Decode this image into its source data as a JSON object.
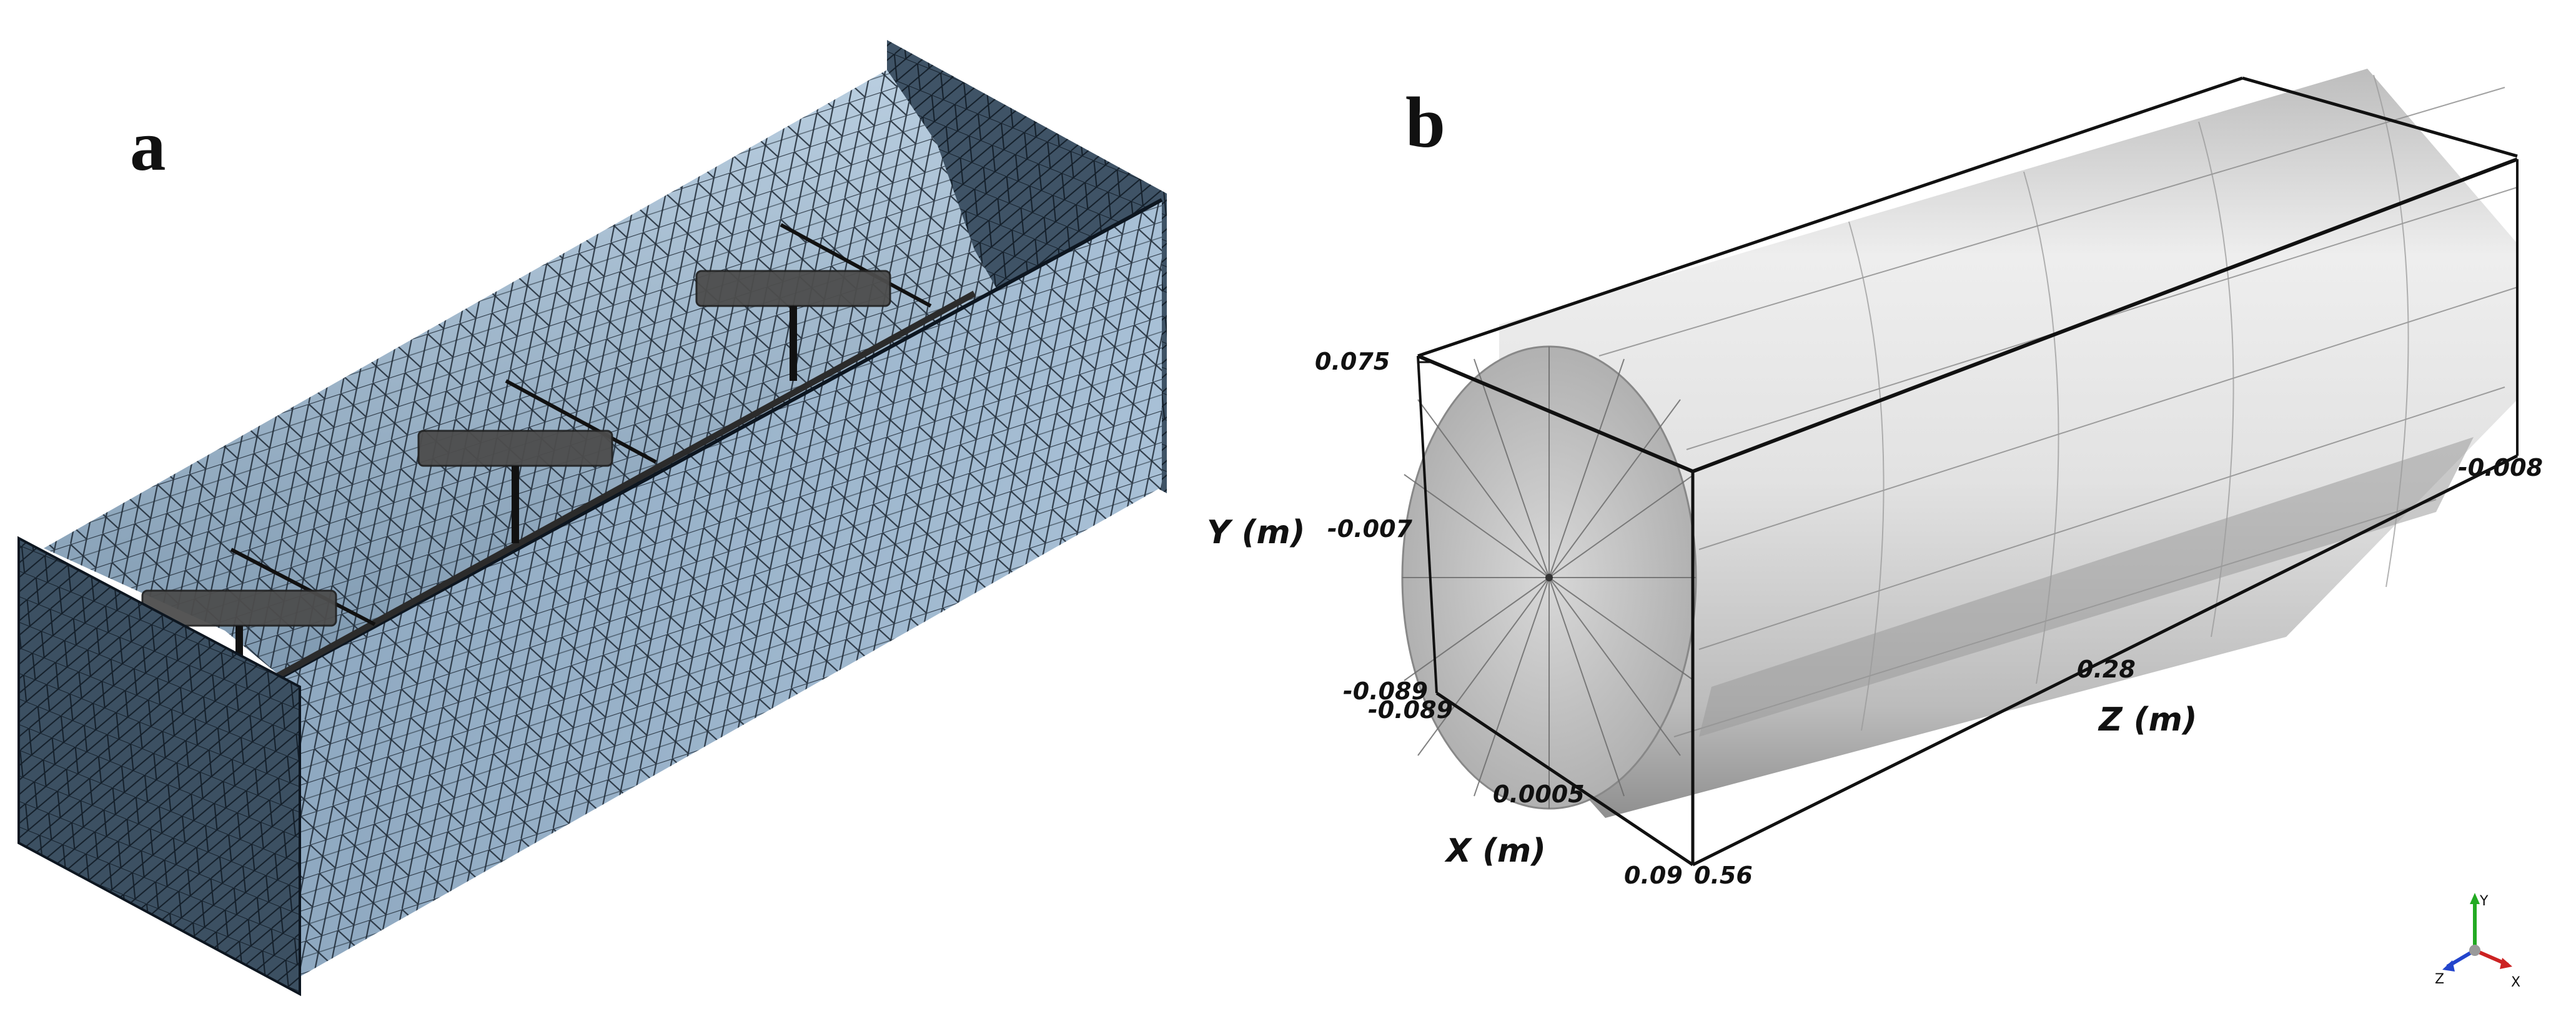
{
  "panel_a": {
    "label": "a",
    "colors": {
      "mesh_fill": "#9db6cf",
      "mesh_fill_light": "#b2c8dc",
      "mesh_dark": "#2d4459",
      "mesh_lines": "#1a2530",
      "end_plate": "#3c5062",
      "paddle": "#4a4a4a"
    }
  },
  "panel_b": {
    "label": "b",
    "colors": {
      "cylinder_light": "#e8e8e8",
      "cylinder_mid": "#cfcfcf",
      "cylinder_dark": "#a8a8a8",
      "box": "#111111"
    },
    "axes": {
      "y_title": "Y (m)",
      "z_title": "Z (m)",
      "x_title": "X (m)",
      "ticks": {
        "y_top": "0.075",
        "y_mid": "-0.007",
        "y_bottom": "-0.089",
        "x_start": "-0.089",
        "x_mid": "0.0005",
        "x_end": "0.09",
        "z_start": "0.56",
        "z_mid": "0.28",
        "z_end": "-0.008"
      }
    },
    "triad": {
      "y": "Y",
      "z": "Z",
      "x": "X",
      "colors": {
        "y": "#22aa22",
        "z": "#2244cc",
        "x": "#cc2222"
      }
    }
  }
}
